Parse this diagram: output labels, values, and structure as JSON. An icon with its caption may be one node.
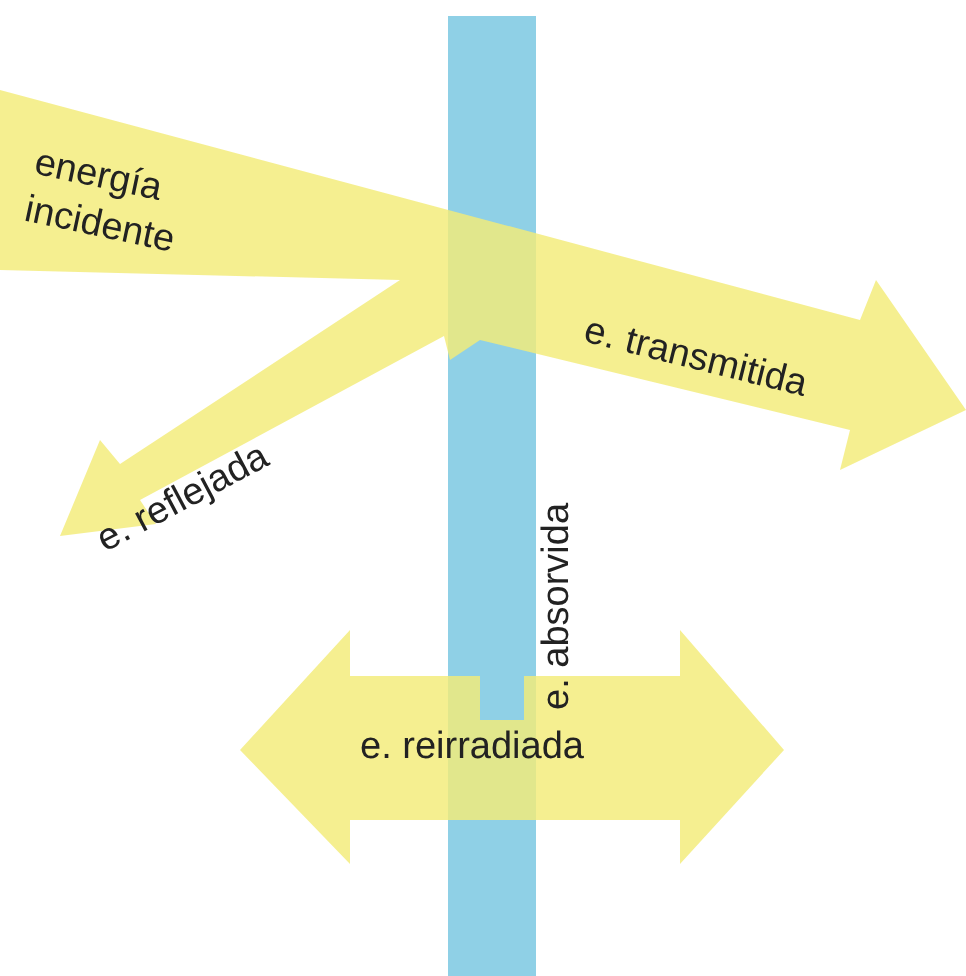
{
  "diagram": {
    "labels": [
      "energía incidente",
      "e. transmitida",
      "e. reflejada",
      "e. absorvida",
      "e. reirradiada"
    ]
  }
}
